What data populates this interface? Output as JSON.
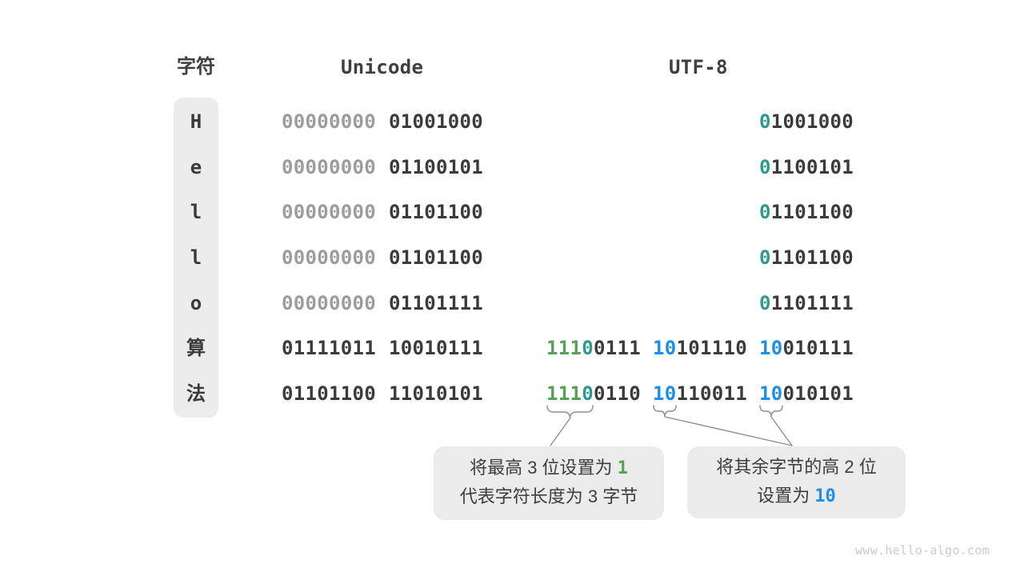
{
  "header": {
    "char_label": "字符",
    "unicode_label": "Unicode",
    "utf8_label": "UTF-8"
  },
  "rows": [
    {
      "char": "H",
      "uni_hi": "00000000",
      "uni_lo": "01001000",
      "b1_t": "0",
      "b1_d": "1001000"
    },
    {
      "char": "e",
      "uni_hi": "00000000",
      "uni_lo": "01100101",
      "b1_t": "0",
      "b1_d": "1100101"
    },
    {
      "char": "l",
      "uni_hi": "00000000",
      "uni_lo": "01101100",
      "b1_t": "0",
      "b1_d": "1101100"
    },
    {
      "char": "l",
      "uni_hi": "00000000",
      "uni_lo": "01101100",
      "b1_t": "0",
      "b1_d": "1101100"
    },
    {
      "char": "o",
      "uni_hi": "00000000",
      "uni_lo": "01101111",
      "b1_t": "0",
      "b1_d": "1101111"
    },
    {
      "char": "算",
      "uni_hi": "01111011",
      "uni_lo": "10010111",
      "b1_g": "111",
      "b1_t": "0",
      "b1_d": "0111",
      "b2_b": "10",
      "b2_d": "101110",
      "b3_b": "10",
      "b3_d": "010111"
    },
    {
      "char": "法",
      "uni_hi": "01101100",
      "uni_lo": "11010101",
      "b1_g": "111",
      "b1_t": "0",
      "b1_d": "0110",
      "b2_b": "10",
      "b2_d": "110011",
      "b3_b": "10",
      "b3_d": "010101"
    }
  ],
  "callouts": {
    "left": {
      "line1": "将最高 3 位设置为 ",
      "line1_highlight": "1",
      "line2": "代表字符长度为 3 字节"
    },
    "right": {
      "line1": "将其余字节的高 2 位",
      "line2": "设置为 ",
      "line2_highlight": "10"
    }
  },
  "watermark": "www.hello-algo.com",
  "colors": {
    "teal": "#2f998c",
    "green": "#55a155",
    "blue": "#1d8fe8",
    "dark": "#3b3b3b",
    "muted": "#9c9c9c",
    "pill_bg": "#ececec",
    "callout_bg": "#ebebeb"
  }
}
